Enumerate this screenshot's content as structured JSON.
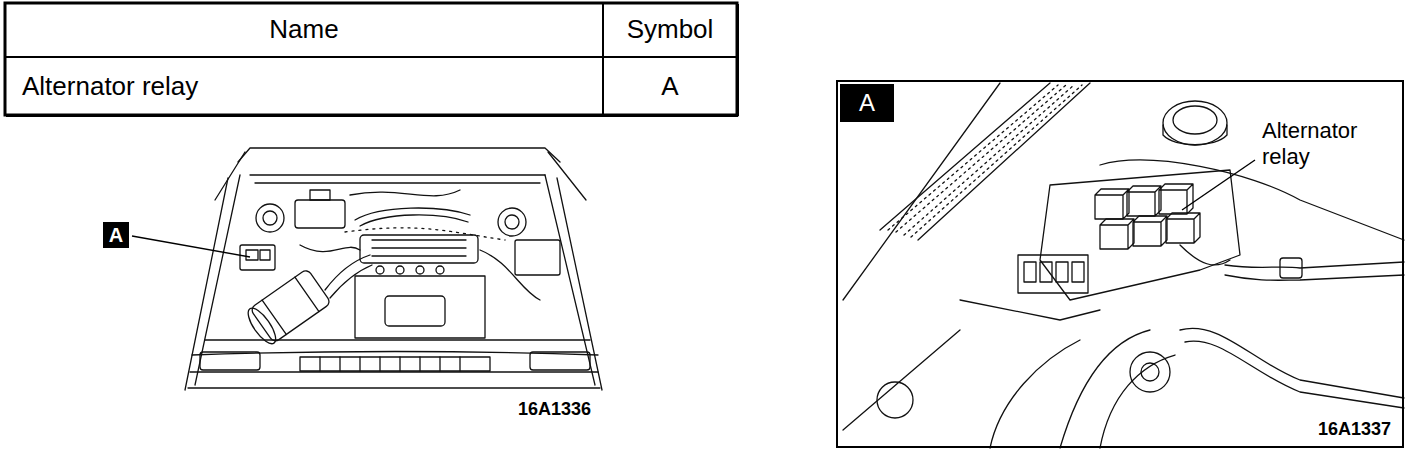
{
  "diagram": {
    "nodes": [
      {
        "text": [
          "A"
        ]
      },
      {
        "text": [
          "Alternator relay",
          "16A1337"
        ]
      },
      {
        "text": [
          "A"
        ],
        "in": 1
      }
    ],
    "labels": [
      "Name",
      "Symbol",
      "Alternator relay",
      "A",
      "16A1336"
    ]
  }
}
